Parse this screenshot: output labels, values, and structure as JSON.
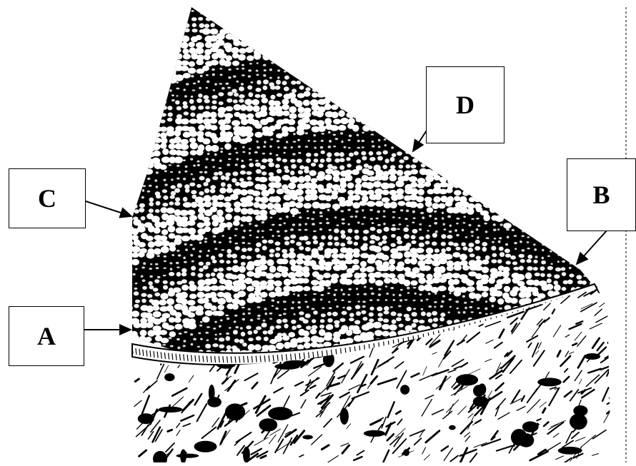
{
  "figure": {
    "colors": {
      "ink": "#000000",
      "paper": "#ffffff"
    }
  },
  "labels": {
    "a": "A",
    "b": "B",
    "c": "C",
    "d": "D"
  }
}
